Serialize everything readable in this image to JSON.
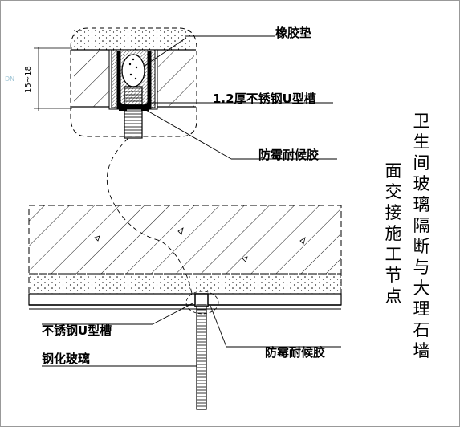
{
  "title": {
    "col1": [
      "卫",
      "生",
      "间",
      "玻",
      "璃",
      "隔",
      "断",
      "与",
      "大",
      "理",
      "石",
      "墙"
    ],
    "col2": [
      "面",
      "交",
      "接",
      "施",
      "工",
      "节",
      "点"
    ]
  },
  "labels": {
    "rubber_pad": "橡胶垫",
    "u_channel_detail": "1.2厚不锈钢U型槽",
    "sealant_detail": "防霉耐候胶",
    "u_channel_section": "不锈钢U型槽",
    "tempered_glass": "钢化玻璃",
    "sealant_section": "防霉耐候胶"
  },
  "dimension": "15~18",
  "watermark": "DN"
}
